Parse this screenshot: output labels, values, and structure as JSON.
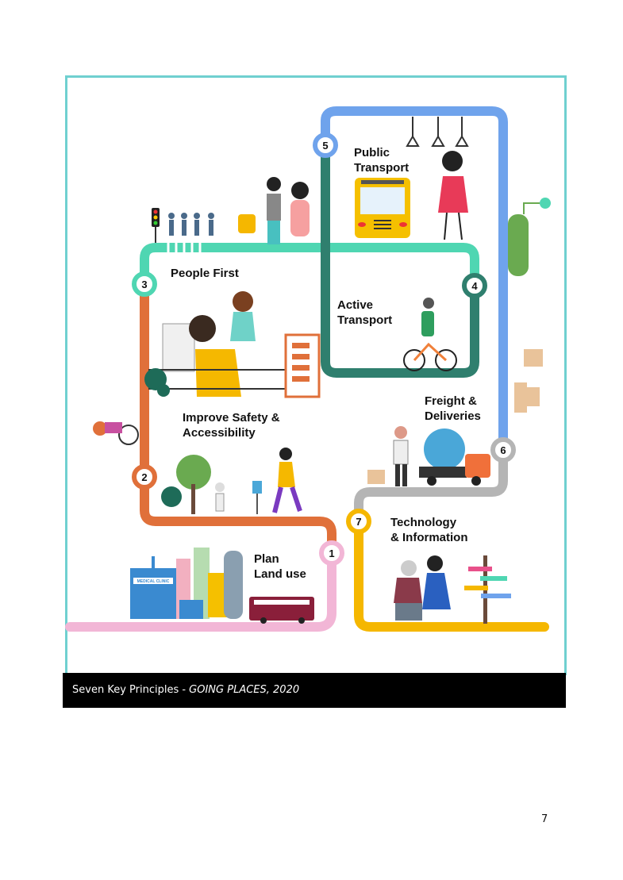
{
  "infographic": {
    "title": "Seven Key Principles",
    "principles": [
      {
        "number": "1",
        "label_lines": [
          "Plan",
          "Land use"
        ],
        "color": "#f2b6d6"
      },
      {
        "number": "2",
        "label_lines": [
          "Improve Safety &",
          "Accessibility"
        ],
        "color": "#e0703a"
      },
      {
        "number": "3",
        "label_lines": [
          "People First"
        ],
        "color": "#4fd6b2"
      },
      {
        "number": "4",
        "label_lines": [
          "Active",
          "Transport"
        ],
        "color": "#2f7f6e"
      },
      {
        "number": "5",
        "label_lines": [
          "Public",
          "Transport"
        ],
        "color": "#6fa3ec"
      },
      {
        "number": "6",
        "label_lines": [
          "Freight &",
          "Deliveries"
        ],
        "color": "#b5b5b5"
      },
      {
        "number": "7",
        "label_lines": [
          "Technology",
          "& Information"
        ],
        "color": "#f5b700"
      }
    ],
    "clinic_sign": "MEDICAL CLINIC"
  },
  "caption": {
    "text": "Seven Key Principles - ",
    "source": "GOING PLACES, 2020"
  },
  "page_number": "7"
}
